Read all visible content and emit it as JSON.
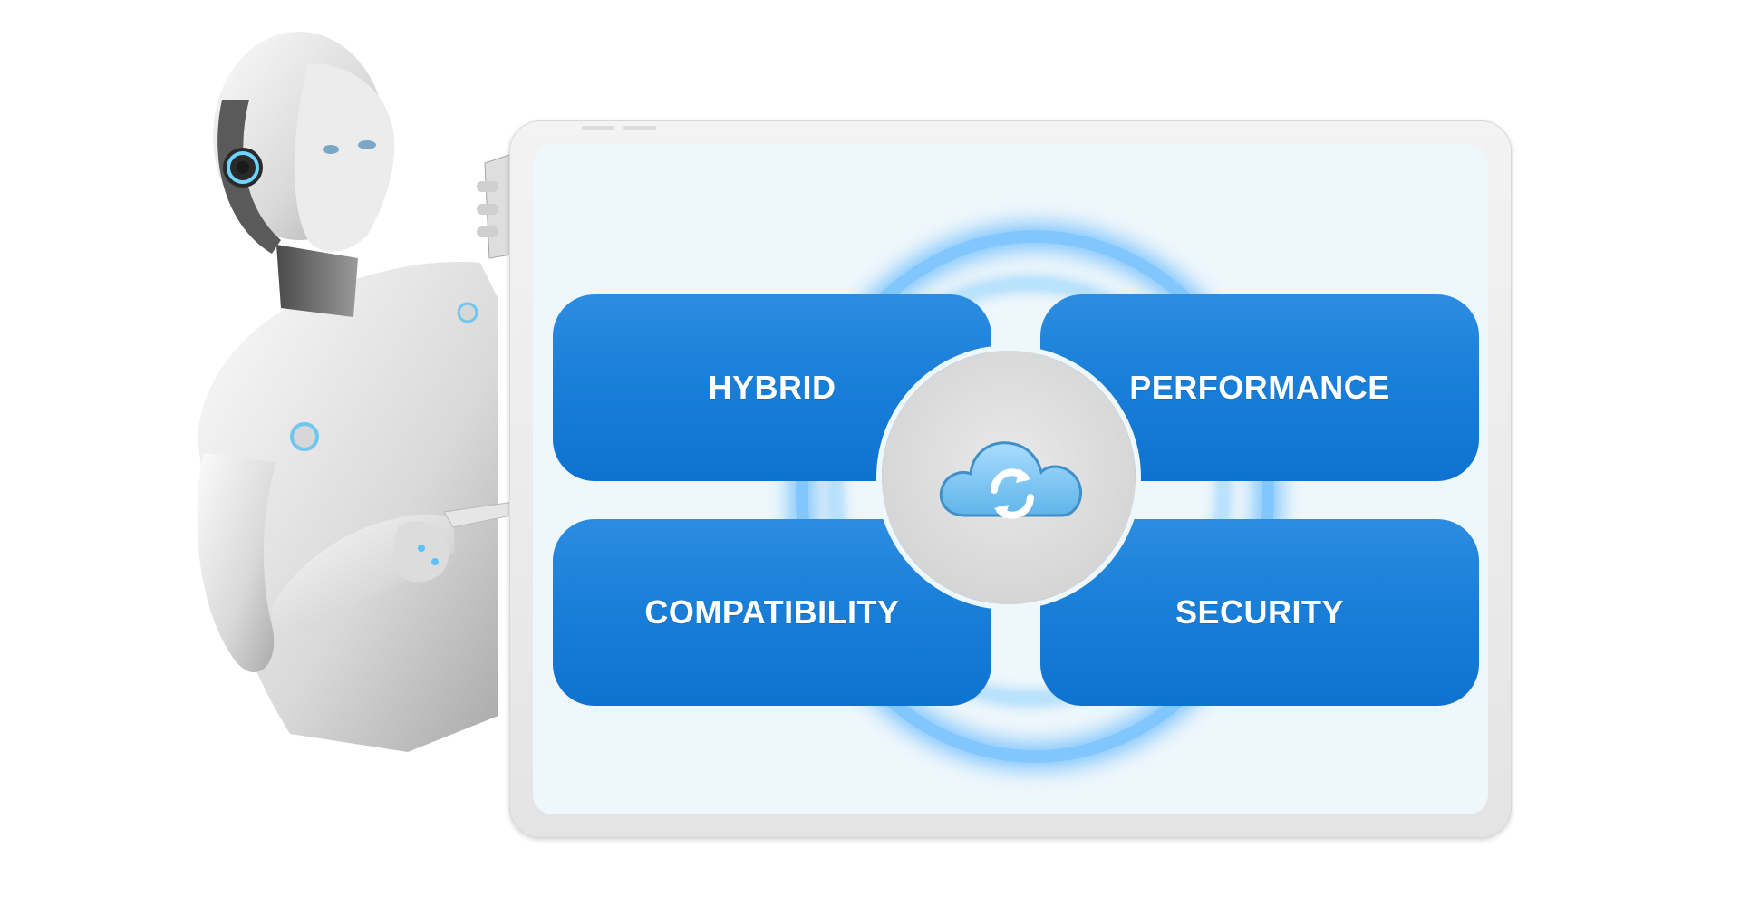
{
  "tiles": {
    "top_left": "HYBRID",
    "top_right": "PERFORMANCE",
    "bottom_left": "COMPATIBILITY",
    "bottom_right": "SECURITY"
  },
  "icons": {
    "hub": "cloud-sync-icon",
    "illustration": "robot-illustration"
  },
  "colors": {
    "tile_blue": "#1a7fd9",
    "glow_blue": "#28a0ff",
    "screen_bg": "#eef7fb"
  }
}
